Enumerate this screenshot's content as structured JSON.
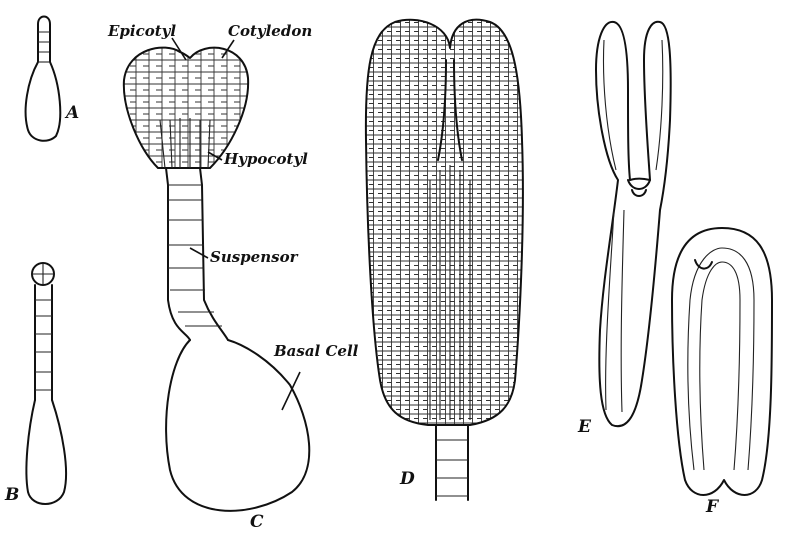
{
  "figure": {
    "labels": {
      "stage_a": "A",
      "stage_b": "B",
      "stage_c": "C",
      "stage_d": "D",
      "stage_e": "E",
      "stage_f": "F",
      "epicotyl": "Epicotyl",
      "cotyledon": "Cotyledon",
      "hypocotyl": "Hypocotyl",
      "suspensor": "Suspensor",
      "basal_cell": "Basal Cell"
    }
  }
}
